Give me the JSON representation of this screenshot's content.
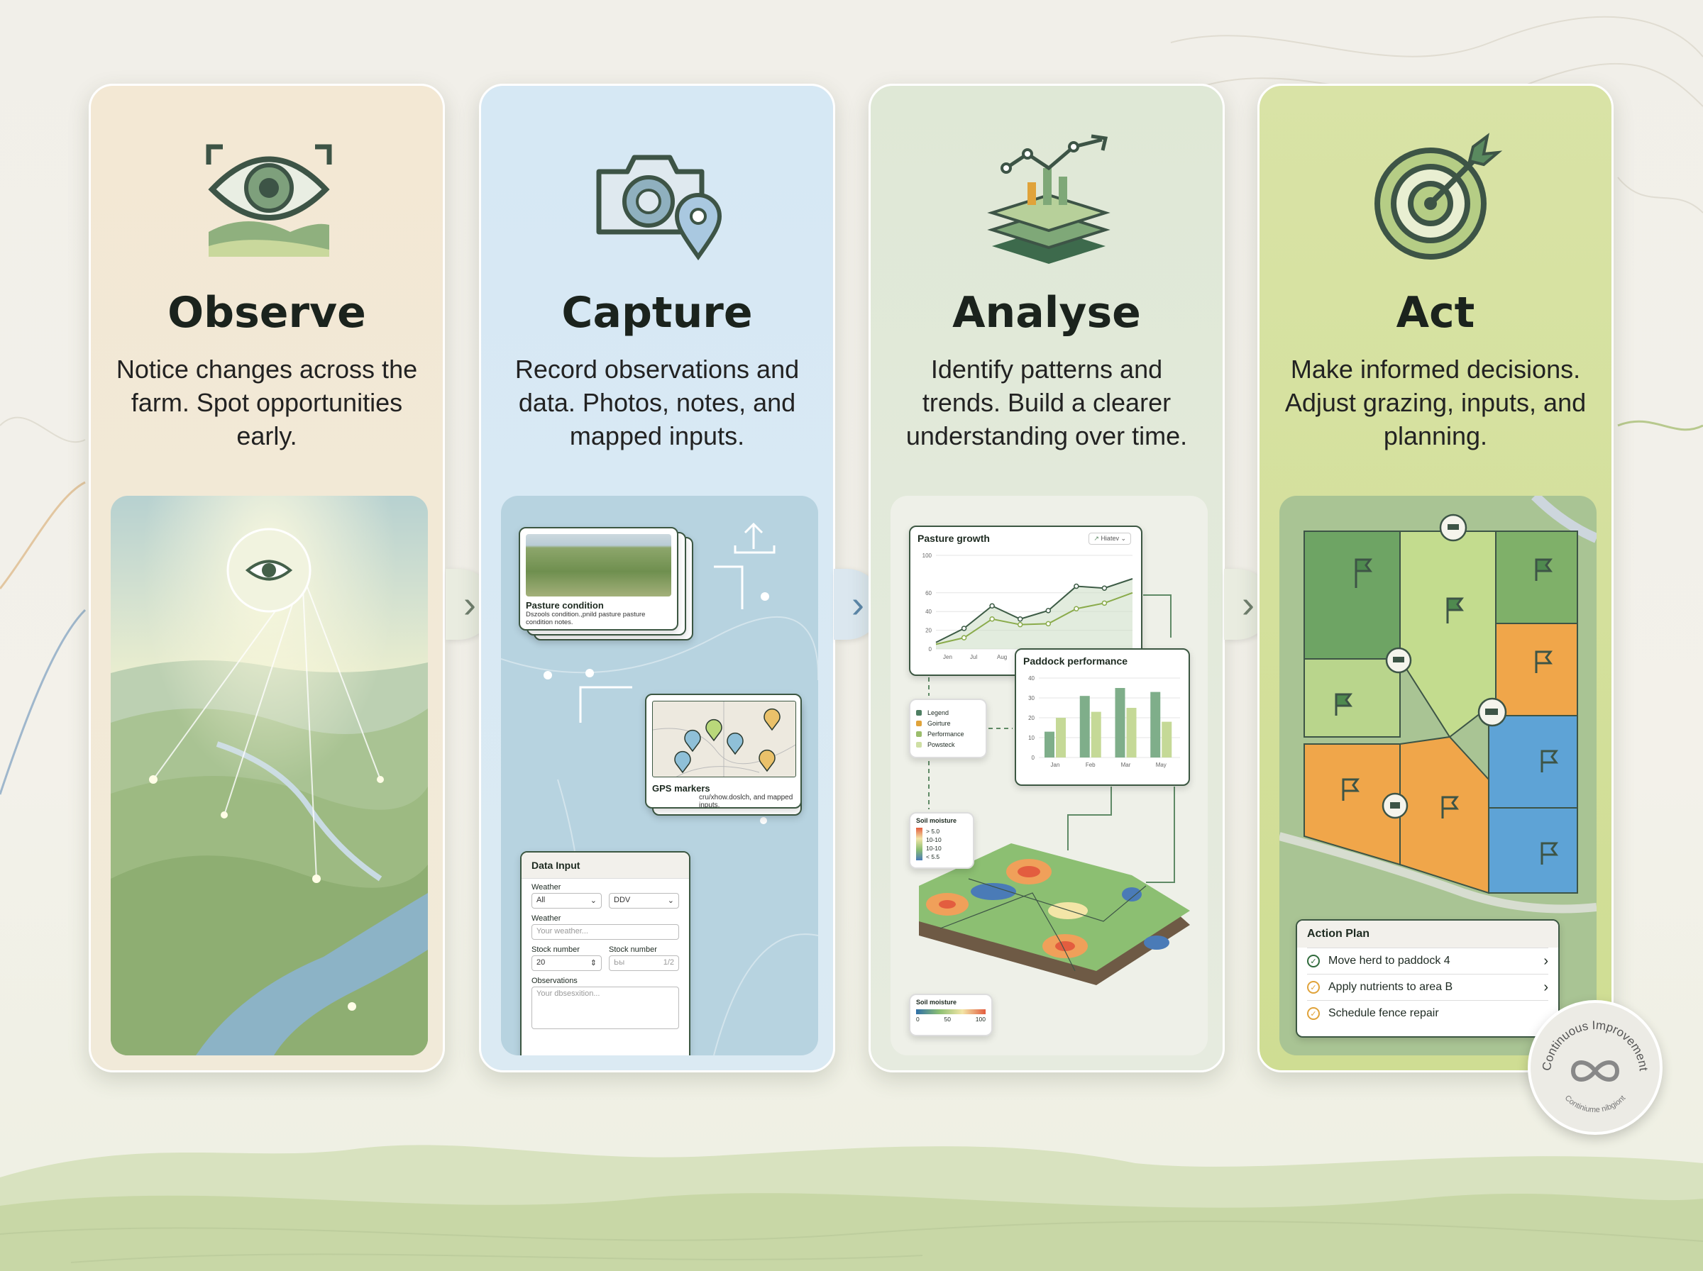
{
  "steps": [
    {
      "title": "Observe",
      "description": "Notice changes across the farm. Spot opportunities early.",
      "icon": "eye-landscape-icon"
    },
    {
      "title": "Capture",
      "description": "Record observations and data. Photos, notes, and mapped inputs.",
      "icon": "camera-location-icon"
    },
    {
      "title": "Analyse",
      "description": "Identify patterns and trends. Build a clearer understanding over time.",
      "icon": "layers-chart-icon"
    },
    {
      "title": "Act",
      "description": "Make informed decisions. Adjust grazing, inputs, and planning.",
      "icon": "target-arrow-icon"
    }
  ],
  "capture": {
    "photo_card": {
      "title": "Pasture condition",
      "text": "Dszools condition.,pnild pasture pasture condition notes."
    },
    "gps_card": {
      "title": "GPS markers",
      "text": "cru/xhow.doslch, and mapped inputs."
    },
    "data_input": {
      "title": "Data Input",
      "weather_label": "Weather",
      "weather_select_1": "All",
      "weather_select_2": "DDV",
      "weather2_label": "Weather",
      "weather_placeholder": "Your weather...",
      "stock_label_1": "Stock number",
      "stock_label_2": "Stock number",
      "stock_value": "20",
      "stock2_placeholder": "Ьы",
      "stock2_suffix": "1/2",
      "observations_label": "Observations",
      "observations_placeholder": "Your dbsesxition..."
    }
  },
  "analyse": {
    "pasture_growth": {
      "title": "Pasture growth",
      "dropdown": "Hiatev",
      "y_ticks": [
        "100",
        "60",
        "40",
        "20",
        "0"
      ],
      "x_ticks": [
        "Jen",
        "Jul",
        "Aug"
      ],
      "series": [
        {
          "values": [
            7,
            22,
            46,
            32,
            41,
            67,
            65,
            75
          ],
          "color": "#3c5b45"
        },
        {
          "values": [
            5,
            12,
            32,
            26,
            27,
            43,
            49,
            60
          ],
          "color": "#8aab4b"
        }
      ]
    },
    "legend": {
      "items": [
        {
          "label": "Legend",
          "color": "#4e7e62"
        },
        {
          "label": "Goirture",
          "color": "#e0a33a"
        },
        {
          "label": "Performance",
          "color": "#9bbd6c"
        },
        {
          "label": "Powsteck",
          "color": "#cfdfa4"
        }
      ]
    },
    "paddock_performance": {
      "title": "Paddock performance",
      "y_ticks": [
        "40",
        "30",
        "20",
        "10",
        "0"
      ],
      "categories": [
        "Jan",
        "Feb",
        "Mar",
        "May"
      ],
      "series": [
        {
          "values": [
            13,
            31,
            35,
            33
          ],
          "color": "#7fae8a"
        },
        {
          "values": [
            20,
            23,
            25,
            18
          ],
          "color": "#c5d997"
        }
      ]
    },
    "soil_legend": {
      "title": "Soil moisture",
      "items": [
        "> 5.0",
        "10-10",
        "10-10",
        "< 5.5"
      ]
    },
    "soil_scale": {
      "title": "Soil moisture",
      "ticks": [
        "0",
        "50",
        "100"
      ]
    }
  },
  "act": {
    "action_plan": {
      "title": "Action Plan",
      "items": [
        {
          "label": "Move herd to paddock 4",
          "status": "done",
          "color": "#2f6a3b"
        },
        {
          "label": "Apply nutrients to area B",
          "status": "pending",
          "color": "#e0a33a"
        },
        {
          "label": "Schedule fence repair",
          "status": "pending",
          "color": "#e0a33a"
        }
      ]
    }
  },
  "badge": {
    "top_text": "Continuous Improvement",
    "bottom_text": "Continiume nibgiont",
    "icon": "infinity-cycle-icon"
  }
}
